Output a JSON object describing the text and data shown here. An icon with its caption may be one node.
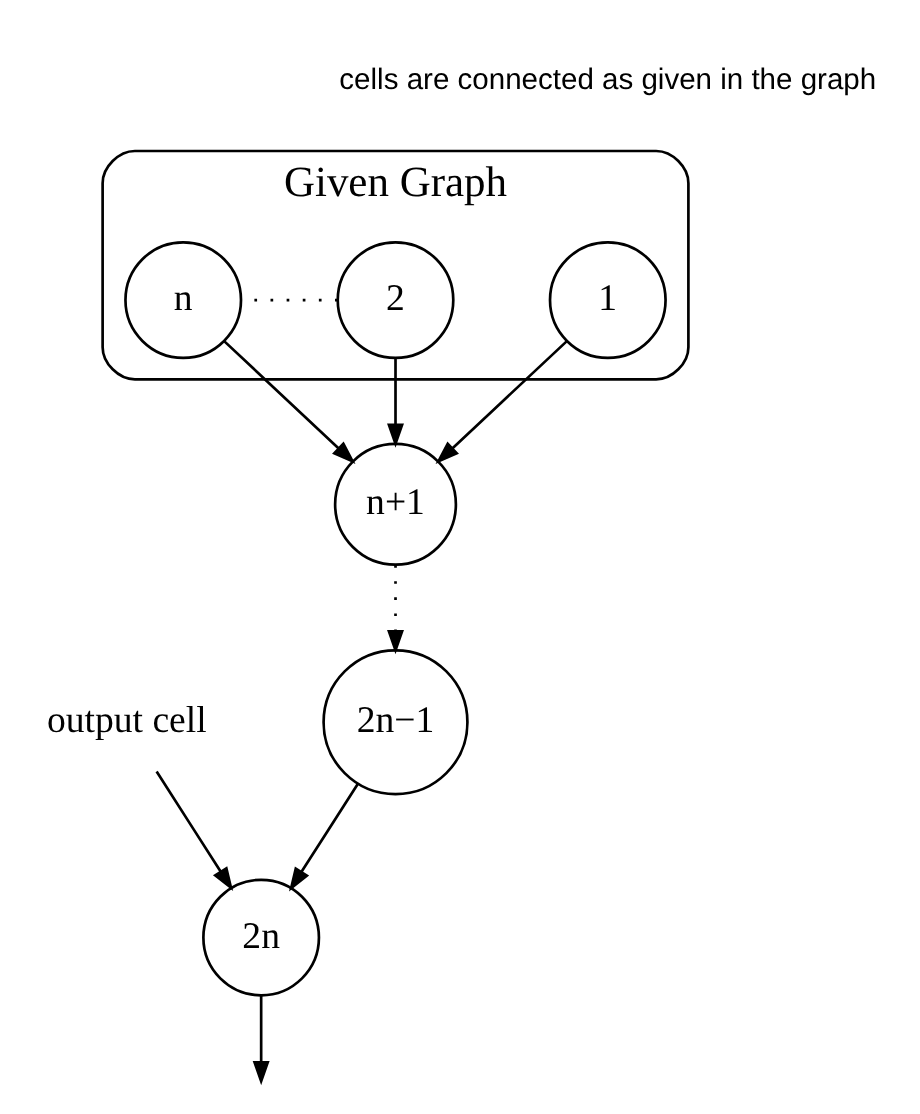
{
  "diagram": {
    "nodes": [
      {
        "text": [
          "Given Graph"
        ]
      },
      {
        "text": [
          "1"
        ],
        "in": 0
      },
      {
        "text": [
          "2"
        ],
        "in": 0
      },
      {
        "text": [
          "n"
        ],
        "in": 0
      },
      {
        "text": [
          "n+1"
        ]
      },
      {
        "text": [
          "2n−1"
        ]
      },
      {
        "text": [
          "2n"
        ]
      },
      {
        "text": [
          "output cell"
        ]
      }
    ],
    "edges": [
      {
        "from": 2,
        "to": 3,
        "arrow": "none",
        "style": "dashed"
      },
      {
        "from": 1,
        "to": 4,
        "arrow": "to"
      },
      {
        "from": 2,
        "to": 4,
        "arrow": "to"
      },
      {
        "from": 3,
        "to": 4,
        "arrow": "to"
      },
      {
        "from": 4,
        "to": 5,
        "arrow": "to",
        "style": "dashed"
      },
      {
        "from": 5,
        "to": 6,
        "arrow": "to"
      },
      {
        "from": 7,
        "to": 6,
        "arrow": "to"
      },
      {
        "from": 6,
        "to": null,
        "arrow": "to"
      }
    ],
    "labels": [
      "cells are connected as given in the graph"
    ]
  }
}
